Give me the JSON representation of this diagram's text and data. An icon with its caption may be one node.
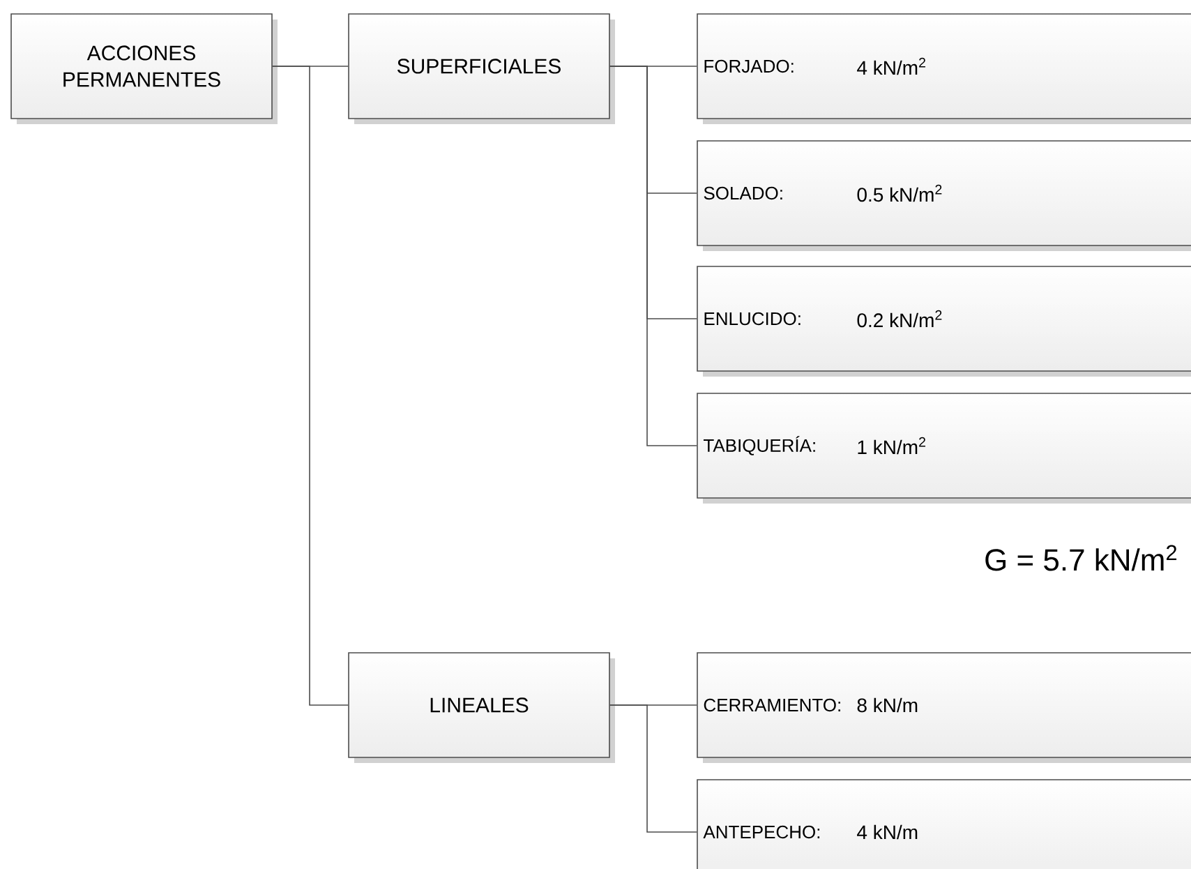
{
  "diagram": {
    "nodes": [
      {
        "text": [
          "ACCIONES PERMANENTES"
        ]
      },
      {
        "text": [
          "SUPERFICIALES"
        ]
      },
      {
        "text": [
          "FORJADO:",
          "4 kN/m$^{2}$"
        ]
      },
      {
        "text": [
          "SOLADO:",
          "0.5 kN/m$^{2}$"
        ]
      },
      {
        "text": [
          "ENLUCIDO:",
          "0.2 kN/m$^{2}$"
        ]
      },
      {
        "text": [
          "TABIQUERÍA:",
          "1 kN/m$^{2}$"
        ]
      },
      {
        "text": [
          "LINEALES"
        ]
      },
      {
        "text": [
          "CERRAMIENTO:",
          "8 kN/m"
        ]
      },
      {
        "text": [
          "ANTEPECHO:",
          "4 kN/m"
        ]
      }
    ],
    "edges": [
      {
        "from": 0,
        "to": 1,
        "arrow": "none"
      },
      {
        "from": 1,
        "to": 2,
        "arrow": "none"
      },
      {
        "from": 1,
        "to": 3,
        "arrow": "none"
      },
      {
        "from": 1,
        "to": 4,
        "arrow": "none"
      },
      {
        "from": 1,
        "to": 5,
        "arrow": "none"
      },
      {
        "from": 0,
        "to": 6,
        "arrow": "none"
      },
      {
        "from": 6,
        "to": 7,
        "arrow": "none"
      },
      {
        "from": 6,
        "to": 8,
        "arrow": "none"
      }
    ],
    "labels": [
      "G = 5.7 kN/m$^{2}$"
    ]
  }
}
